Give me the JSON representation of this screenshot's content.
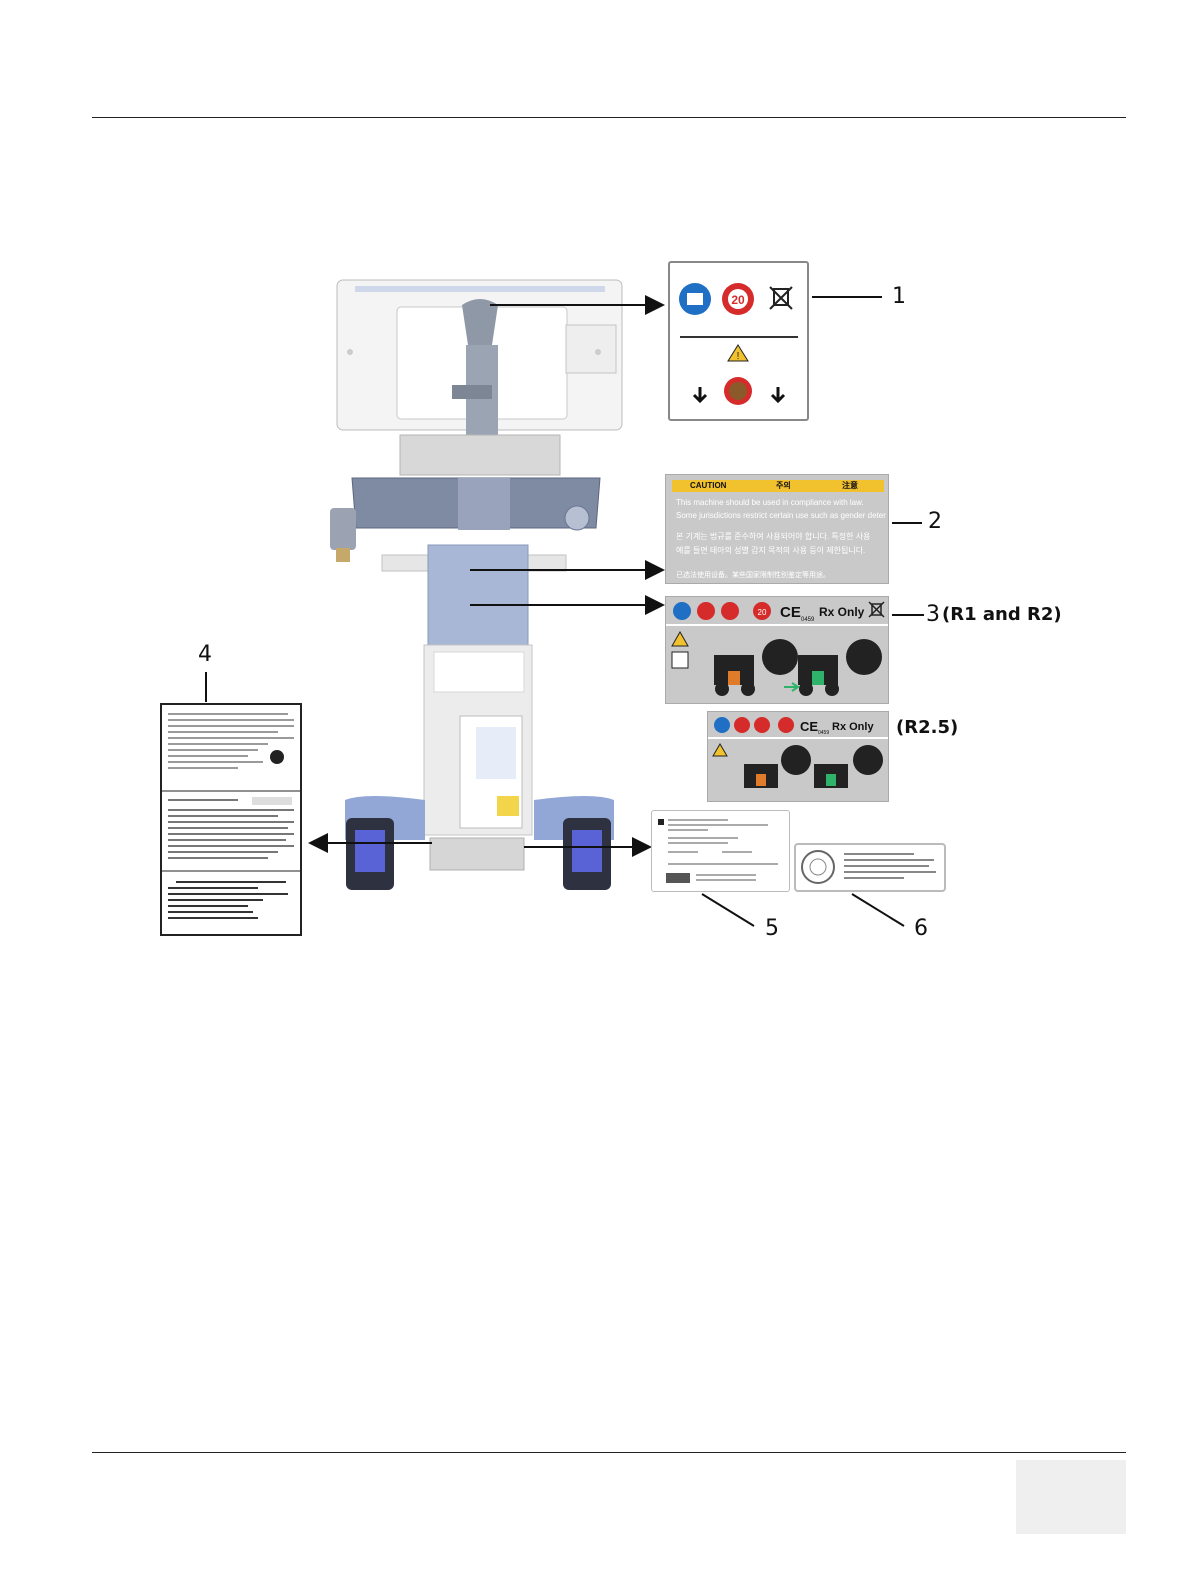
{
  "callouts": {
    "c1": "1",
    "c2": "2",
    "c3": "3",
    "c3_rev": "(R1 and R2)",
    "c3_alt_rev": "(R2.5)",
    "c4": "4",
    "c5": "5",
    "c6": "6"
  },
  "label2": {
    "header_caution": "CAUTION",
    "header_korean": "주의",
    "header_chinese": "注意",
    "line1": "This machine should be used in compliance with law.",
    "line2": "Some jurisdictions restrict certain use such as gender determination.",
    "line3": "본 기계는 법규를 준수하여 사용되어야 합니다. 특정한 사용",
    "line4": "예를 들면 태아의 성별 감지 목적의 사용 등이 제한됩니다.",
    "line5": "已选法使用设备。某些国家限制性别鉴定等用途。"
  },
  "label3": {
    "ce_mark": "CE",
    "notified_body": "0459",
    "rx_only": "Rx Only",
    "rohs": "20"
  },
  "label1": {
    "rohs": "20"
  },
  "colors": {
    "caution_yellow": "#f2c12e",
    "label_gray": "#c9c9c9",
    "blue_icon": "#1f6fc4",
    "red_icon": "#d62b2b",
    "green_arrow": "#2fb36b",
    "cart_blue": "#93a7d6"
  }
}
